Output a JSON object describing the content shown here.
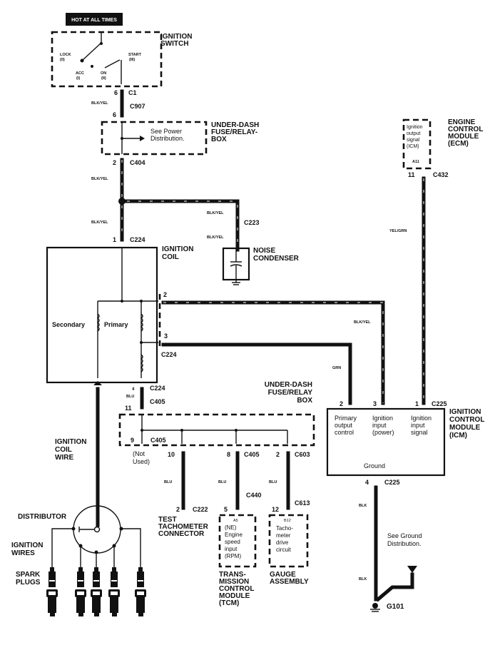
{
  "title": "Ignition System Wiring Diagram",
  "banner": "HOT AT ALL TIMES",
  "ignition_switch": {
    "label": [
      "IGNITION",
      "SWITCH"
    ],
    "positions": [
      {
        "name": "LOCK",
        "num": "(0)"
      },
      {
        "name": "ACC",
        "num": "(I)"
      },
      {
        "name": "ON",
        "num": "(II)"
      },
      {
        "name": "START",
        "num": "(III)"
      }
    ]
  },
  "connectors": {
    "c1": {
      "pin": "6",
      "name": "C1"
    },
    "c907": {
      "pin": "6",
      "name": "C907"
    },
    "c404": {
      "pin": "2",
      "name": "C404"
    },
    "c224_top": {
      "pin": "1",
      "name": "C224"
    },
    "c223": {
      "name": "C223"
    },
    "c224_pin2": {
      "pin": "2"
    },
    "c224_pin3": {
      "pin": "3",
      "name": "C224"
    },
    "c224_bottom": {
      "pin": "4",
      "name": "C224"
    },
    "c405_top": {
      "pin": "11",
      "name": "C405"
    },
    "c405_9": {
      "pin": "9",
      "name": "C405"
    },
    "c405_10": {
      "pin": "10"
    },
    "c405_8": {
      "pin": "8",
      "name": "C405"
    },
    "c603": {
      "pin": "2",
      "name": "C603"
    },
    "c222": {
      "pin": "2",
      "name": "C222"
    },
    "c440": {
      "pin": "5",
      "name": "C440"
    },
    "c613": {
      "pin": "12",
      "name": "C613"
    },
    "c432": {
      "pin": "11",
      "name": "C432"
    },
    "c225_top": {
      "pins": [
        "2",
        "3",
        "1"
      ],
      "name": "C225"
    },
    "c225_bottom": {
      "pin": "4",
      "name": "C225"
    },
    "g101": {
      "name": "G101"
    }
  },
  "wire_colors": {
    "blk_yel": "BLK/YEL",
    "yel_grn": "YEL/GRN",
    "grn": "GRN",
    "blu": "BLU",
    "blk": "BLK"
  },
  "fuse_box_top": {
    "label": [
      "UNDER-DASH",
      "FUSE/RELAY-",
      "BOX"
    ],
    "note": [
      "See Power",
      "Distribution."
    ]
  },
  "fuse_box_bottom": {
    "label": [
      "UNDER-DASH",
      "FUSE/RELAY",
      "BOX"
    ],
    "not_used": [
      "(Not",
      "Used)"
    ]
  },
  "noise_condenser": {
    "label": [
      "NOISE",
      "CONDENSER"
    ]
  },
  "ignition_coil": {
    "label": [
      "IGNITION",
      "COIL"
    ],
    "secondary": "Secondary",
    "primary": "Primary"
  },
  "ecm": {
    "label": [
      "ENGINE",
      "CONTROL",
      "MODULE",
      "(ECM)"
    ],
    "inner": [
      "Ignition",
      "output",
      "signal",
      "(ICM)"
    ],
    "terminal": "A11"
  },
  "icm": {
    "label": [
      "IGNITION",
      "CONTROL",
      "MODULE",
      "(ICM)"
    ],
    "col1": [
      "Primary",
      "output",
      "control"
    ],
    "col2": [
      "Ignition",
      "input",
      "(power)"
    ],
    "col3": [
      "Ignition",
      "input",
      "signal"
    ],
    "ground": "Ground"
  },
  "test_tach": {
    "label": [
      "TEST",
      "TACHOMETER",
      "CONNECTOR"
    ]
  },
  "tcm": {
    "terminal": "A5",
    "inner": [
      "(NE)",
      "Engine",
      "speed",
      "input",
      "(RPM)"
    ],
    "label": [
      "TRANS-",
      "MISSION",
      "CONTROL",
      "MODULE",
      "(TCM)"
    ]
  },
  "gauge": {
    "terminal": "B12",
    "inner": [
      "Tacho-",
      "meter",
      "drive",
      "circuit"
    ],
    "label": [
      "GAUGE",
      "ASSEMBLY"
    ]
  },
  "ignition_coil_wire": {
    "label": [
      "IGNITION",
      "COIL",
      "WIRE"
    ]
  },
  "distributor": {
    "label": "DISTRIBUTOR"
  },
  "ignition_wires": {
    "label": [
      "IGNITION",
      "WIRES"
    ]
  },
  "spark_plugs": {
    "label": [
      "SPARK",
      "PLUGS"
    ],
    "count": 5
  },
  "ground_note": [
    "See Ground",
    "Distribution."
  ]
}
